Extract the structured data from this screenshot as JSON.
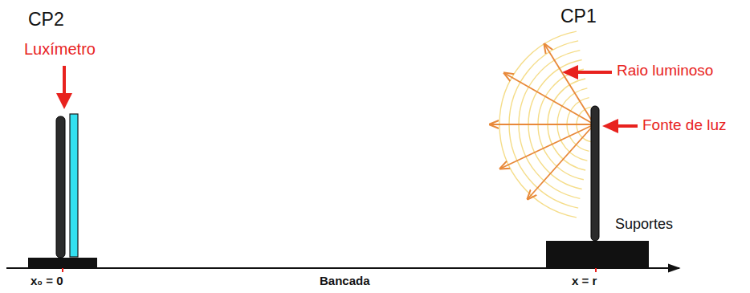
{
  "diagram": {
    "labels": [
      "CP2",
      "Luxímetro",
      "CP1",
      "Raio luminoso",
      "Fonte de luz",
      "Suportes",
      "x₀ = 0",
      "Bancada",
      "x = r"
    ]
  }
}
